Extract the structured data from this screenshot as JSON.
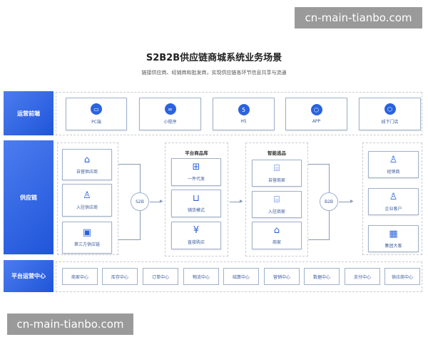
{
  "watermark": "cn-main-tianbo.com",
  "title": "S2B2B供应链商城系统业务场景",
  "subtitle": "链接供应商、经销商和批发商，实现供应链各环节信息共享与流通",
  "rows": {
    "frontend": "运营前端",
    "supply": "供应链",
    "platform": "平台运营中心"
  },
  "frontend_items": [
    {
      "label": "PC端",
      "icon": "monitor"
    },
    {
      "label": "小程序",
      "icon": "link"
    },
    {
      "label": "H5",
      "icon": "html5"
    },
    {
      "label": "APP",
      "icon": "cube"
    },
    {
      "label": "线下门店",
      "icon": "cube"
    }
  ],
  "suppliers": [
    {
      "label": "自营供应商",
      "icon": "house"
    },
    {
      "label": "入驻供应商",
      "icon": "user"
    },
    {
      "label": "第三方供应链",
      "icon": "image-box"
    }
  ],
  "s2b": "S2B",
  "library": {
    "title": "平台商品库",
    "items": [
      {
        "label": "一件代发",
        "icon": "package"
      },
      {
        "label": "铺货模式",
        "icon": "basket"
      },
      {
        "label": "直接购买",
        "icon": "yen"
      }
    ]
  },
  "selection": {
    "title": "智能选品",
    "items": [
      {
        "label": "自营商家",
        "icon": "store"
      },
      {
        "label": "入驻商家",
        "icon": "store-search"
      },
      {
        "label": "商家",
        "icon": "shop"
      }
    ]
  },
  "b2b": "B2B",
  "customers": [
    {
      "label": "经销商",
      "icon": "person"
    },
    {
      "label": "企业客户",
      "icon": "person-badge"
    },
    {
      "label": "集团大客",
      "icon": "building"
    }
  ],
  "centers": [
    "商家中心",
    "库存中心",
    "订单中心",
    "物流中心",
    "结算中心",
    "营销中心",
    "数据中心",
    "支付中心",
    "供应商中心"
  ]
}
